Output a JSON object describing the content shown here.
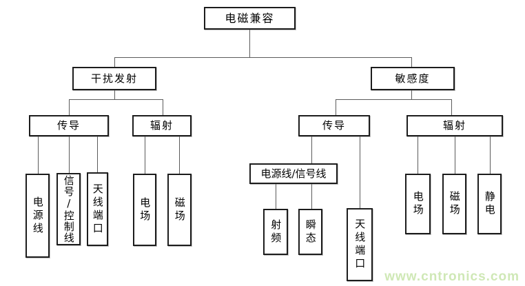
{
  "tree": {
    "label": "电磁兼容",
    "children": [
      {
        "label": "干扰发射",
        "children": [
          {
            "label": "传导",
            "children": [
              {
                "label": "电源线"
              },
              {
                "label": "信号/控制线"
              },
              {
                "label": "天线端口"
              }
            ]
          },
          {
            "label": "辐射",
            "children": [
              {
                "label": "电场"
              },
              {
                "label": "磁场"
              }
            ]
          }
        ]
      },
      {
        "label": "敏感度",
        "children": [
          {
            "label": "传导",
            "children": [
              {
                "label": "电源线/信号线",
                "children": [
                  {
                    "label": "射频"
                  },
                  {
                    "label": "瞬态"
                  }
                ]
              },
              {
                "label": "天线端口"
              }
            ]
          },
          {
            "label": "辐射",
            "children": [
              {
                "label": "电场"
              },
              {
                "label": "磁场"
              },
              {
                "label": "静电"
              }
            ]
          }
        ]
      }
    ]
  },
  "watermark": {
    "text": "www.cntronics.com"
  },
  "colors": {
    "box_border": "#1c1c1c",
    "connector": "#5a5a5a",
    "watermark_text": "#cfe8b6",
    "background": "#ffffff"
  }
}
